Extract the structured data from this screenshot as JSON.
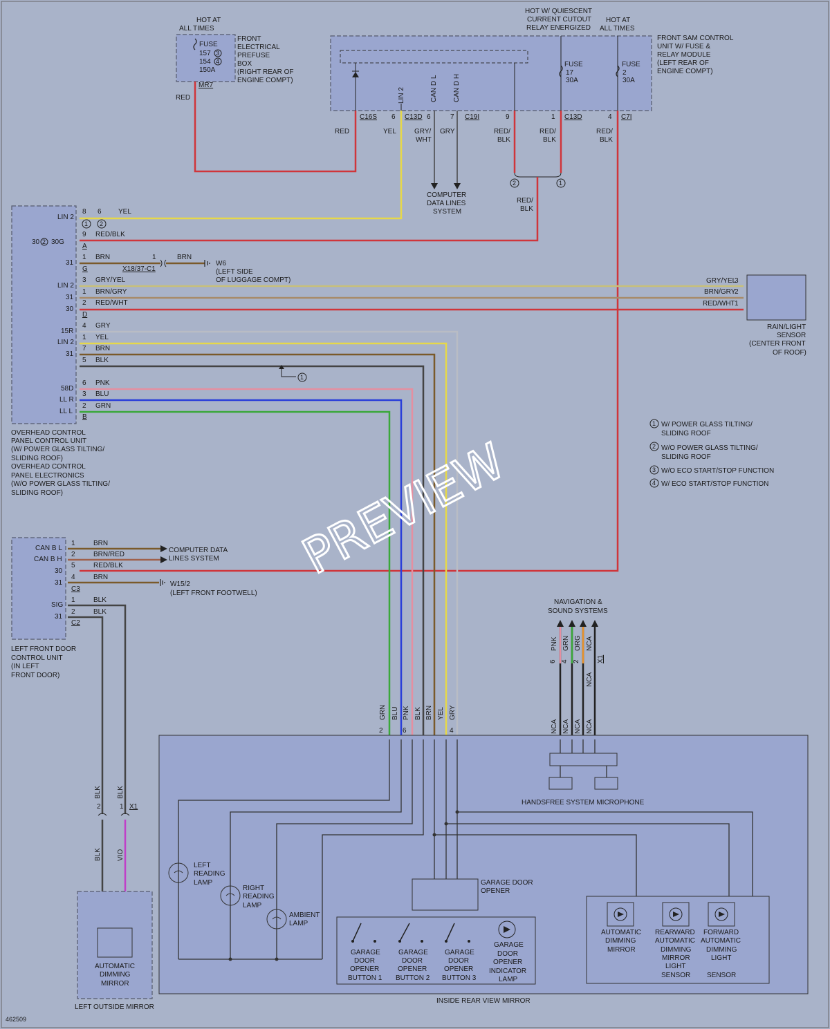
{
  "diagram_id": "462509",
  "watermark": "PREVIEW",
  "top": {
    "hot_always_left": [
      "HOT AT",
      "ALL TIMES"
    ],
    "fuse_label": "FUSE",
    "prefuse_fuse_lines": [
      "157",
      "154",
      "150A"
    ],
    "prefuse_connector": "MR7",
    "prefuse_box": [
      "FRONT",
      "ELECTRICAL",
      "PREFUSE",
      "BOX",
      "(RIGHT REAR OF",
      "ENGINE COMPT)"
    ],
    "hot_quiescent": [
      "HOT W/ QUIESCENT",
      "CURRENT CUTOUT",
      "RELAY ENERGIZED"
    ],
    "hot_always_right": [
      "HOT AT",
      "ALL TIMES"
    ],
    "sam_box": [
      "FRONT SAM CONTROL",
      "UNIT W/ FUSE &",
      "RELAY MODULE",
      "(LEFT REAR OF",
      "ENGINE COMPT)"
    ],
    "fuse17": [
      "FUSE",
      "17",
      "30A"
    ],
    "fuse2": [
      "FUSE",
      "2",
      "30A"
    ],
    "lin2": "LIN 2",
    "cand_l": "CAN D L",
    "cand_h": "CAN D H",
    "conn_c16s": "C16S",
    "conn_c13d": "C13D",
    "conn_c19i": "C19I",
    "conn_c13d_b": "C13D",
    "conn_c7i": "C7I",
    "pin6": "6",
    "pin6b": "6",
    "pin7": "7",
    "pin9": "9",
    "pin1": "1",
    "pin4": "4",
    "w_red": "RED",
    "w_red2": "RED",
    "w_yel": "YEL",
    "w_grywht": [
      "GRY/",
      "WHT"
    ],
    "w_gry": "GRY",
    "w_redblk1": [
      "RED/",
      "BLK"
    ],
    "w_redblk2": [
      "RED/",
      "BLK"
    ],
    "w_redblk3": [
      "RED/",
      "BLK"
    ],
    "w_redblk4": [
      "RED/",
      "BLK"
    ],
    "computer_data": [
      "COMPUTER",
      "DATA LINES",
      "SYSTEM"
    ]
  },
  "overhead": {
    "pins_left": [
      "LIN 2",
      "30",
      "30G",
      "31",
      "LIN 2",
      "31",
      "30",
      "15R",
      "LIN 2",
      "31",
      "58D",
      "LL R",
      "LL L"
    ],
    "connectors": [
      "A",
      "G",
      "D",
      "B"
    ],
    "wires": [
      "YEL",
      "RED/BLK",
      "BRN",
      "BRN",
      "GRY/YEL",
      "BRN/GRY",
      "RED/WHT",
      "GRY",
      "YEL",
      "BRN",
      "BLK",
      "PNK",
      "BLU",
      "GRN"
    ],
    "pins": [
      "8",
      "6",
      "9",
      "1",
      "1",
      "3",
      "1",
      "2",
      "4",
      "1",
      "7",
      "5",
      "6",
      "3",
      "2"
    ],
    "x18": "X18/37-C1",
    "w6": [
      "W6",
      "(LEFT SIDE",
      "OF LUGGAGE COMPT)"
    ],
    "label": [
      "OVERHEAD CONTROL",
      "PANEL CONTROL UNIT",
      "(W/ POWER GLASS TILTING/",
      "SLIDING ROOF)",
      "OVERHEAD CONTROL",
      "PANEL ELECTRONICS",
      "(W/O POWER GLASS TILTING/",
      "SLIDING ROOF)"
    ]
  },
  "rain": {
    "wires": [
      "GRY/YEL",
      "BRN/GRY",
      "RED/WHT"
    ],
    "pins": [
      "3",
      "2",
      "1"
    ],
    "label": [
      "RAIN/LIGHT",
      "SENSOR",
      "(CENTER FRONT",
      "OF ROOF)"
    ]
  },
  "legend": [
    "W/ POWER GLASS TILTING/",
    "SLIDING ROOF",
    "W/O POWER GLASS TILTING/",
    "SLIDING ROOF",
    "W/O ECO START/STOP FUNCTION",
    "W/ ECO START/STOP FUNCTION"
  ],
  "door": {
    "pins_left": [
      "CAN B L",
      "CAN B H",
      "30",
      "31",
      "SIG",
      "31"
    ],
    "wires": [
      "BRN",
      "BRN/RED",
      "RED/BLK",
      "BRN",
      "BLK",
      "BLK"
    ],
    "pins": [
      "1",
      "2",
      "5",
      "4",
      "1",
      "2"
    ],
    "connectors": [
      "C3",
      "C2"
    ],
    "computer_data": [
      "COMPUTER DATA",
      "LINES SYSTEM"
    ],
    "w15": [
      "W15/2",
      "(LEFT FRONT FOOTWELL)"
    ],
    "label": [
      "LEFT FRONT DOOR",
      "CONTROL UNIT",
      "(IN LEFT",
      "FRONT DOOR)"
    ]
  },
  "nav": {
    "label": [
      "NAVIGATION &",
      "SOUND SYSTEMS"
    ],
    "wires": [
      "PNK",
      "GRN",
      "ORG",
      "NCA"
    ],
    "pins": [
      "6",
      "4",
      "2"
    ],
    "conn": "X1",
    "nca": "NCA"
  },
  "mirror": {
    "wires": [
      "GRN",
      "BLU",
      "PNK",
      "BLK",
      "BRN",
      "YEL",
      "GRY"
    ],
    "pins": [
      "2",
      "6",
      "4"
    ],
    "mic": "HANDSFREE SYSTEM MICROPHONE",
    "left_lamp": [
      "LEFT",
      "READING",
      "LAMP"
    ],
    "right_lamp": [
      "RIGHT",
      "READING",
      "LAMP"
    ],
    "ambient": [
      "AMBIENT",
      "LAMP"
    ],
    "garage": [
      "GARAGE DOOR",
      "OPENER"
    ],
    "btn1": [
      "GARAGE",
      "DOOR",
      "OPENER",
      "BUTTON 1"
    ],
    "btn2": [
      "GARAGE",
      "DOOR",
      "OPENER",
      "BUTTON 2"
    ],
    "btn3": [
      "GARAGE",
      "DOOR",
      "OPENER",
      "BUTTON 3"
    ],
    "indicator": [
      "GARAGE",
      "DOOR",
      "OPENER",
      "INDICATOR",
      "LAMP"
    ],
    "auto_dim": [
      "AUTOMATIC",
      "DIMMING",
      "MIRROR"
    ],
    "rear_sensor": [
      "REARWARD",
      "AUTOMATIC",
      "DIMMING",
      "MIRROR",
      "LIGHT",
      "SENSOR"
    ],
    "fwd_sensor": [
      "FORWARD",
      "AUTOMATIC",
      "DIMMING",
      "LIGHT",
      "SENSOR"
    ],
    "label": "INSIDE REAR VIEW MIRROR"
  },
  "outside": {
    "wires": [
      "BLK",
      "BLK",
      "BLK",
      "VIO"
    ],
    "pins": [
      "2",
      "1"
    ],
    "conn": "X1",
    "box": [
      "AUTOMATIC",
      "DIMMING",
      "MIRROR"
    ],
    "label": "LEFT OUTSIDE MIRROR"
  }
}
